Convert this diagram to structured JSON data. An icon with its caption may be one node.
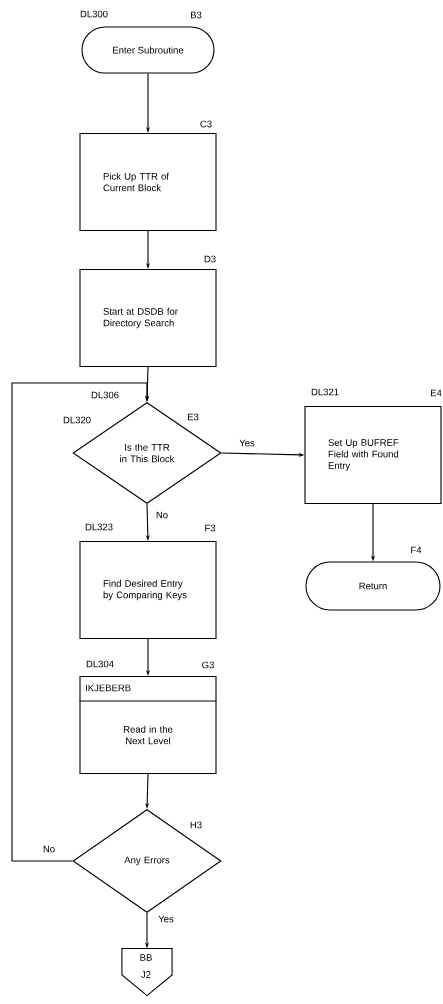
{
  "diagram": {
    "nodes": [
      {
        "text": [
          "Enter Subroutine"
        ],
        "beside": [
          "DL300",
          "B3"
        ]
      },
      {
        "text": [
          "Pick Up TTR of Current Block"
        ],
        "beside": [
          "C3"
        ]
      },
      {
        "text": [
          "Start at DSDB for Directory Search"
        ],
        "beside": [
          "D3"
        ]
      },
      {
        "text": [
          "Is the TTR in This Block"
        ],
        "beside": [
          "DL306",
          "DL320",
          "E3"
        ]
      },
      {
        "text": [
          "Set Up BUFREF Field with Found Entry"
        ],
        "beside": [
          "DL321",
          "E4"
        ]
      },
      {
        "text": [
          "Return"
        ],
        "beside": [
          "F4"
        ]
      },
      {
        "text": [
          "Find Desired Entry by Comparing Keys"
        ],
        "beside": [
          "DL323",
          "F3"
        ]
      },
      {
        "text": [
          "IKJEBERB",
          "Read in the Next Level"
        ],
        "beside": [
          "DL304",
          "G3"
        ]
      },
      {
        "text": [
          "Any Errors"
        ],
        "beside": [
          "H3"
        ]
      },
      {
        "text": [
          "BB",
          "J2"
        ]
      }
    ],
    "edges": [
      {
        "from": 0,
        "to": 1,
        "arrow": "to"
      },
      {
        "from": 1,
        "to": 2,
        "arrow": "to"
      },
      {
        "from": 2,
        "to": 3,
        "arrow": "to"
      },
      {
        "from": 3,
        "to": 4,
        "arrow": "to",
        "label": "Yes"
      },
      {
        "from": 3,
        "to": 6,
        "arrow": "to",
        "label": "No"
      },
      {
        "from": 4,
        "to": 5,
        "arrow": "to"
      },
      {
        "from": 6,
        "to": 7,
        "arrow": "to"
      },
      {
        "from": 7,
        "to": 8,
        "arrow": "to"
      },
      {
        "from": 8,
        "to": 3,
        "arrow": "to",
        "label": "No"
      },
      {
        "from": 8,
        "to": 9,
        "arrow": "to",
        "label": "Yes"
      }
    ]
  }
}
